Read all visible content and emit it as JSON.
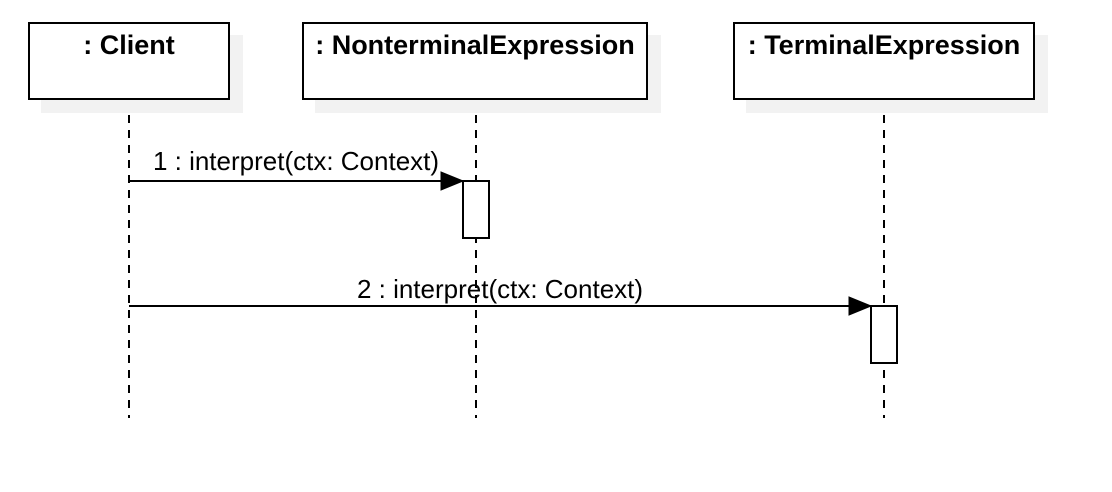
{
  "diagram": {
    "kind": "uml-sequence-diagram",
    "colors": {
      "stroke": "#000000",
      "fill": "#ffffff",
      "shadow": "#f2f2f2",
      "background": "#ffffff"
    },
    "actors": [
      {
        "id": "client",
        "label": ": Client"
      },
      {
        "id": "nonterminal-expression",
        "label": ": NonterminalExpression"
      },
      {
        "id": "terminal-expression",
        "label": ": TerminalExpression"
      }
    ],
    "messages": [
      {
        "seq": "1",
        "label": "1 : interpret(ctx: Context)",
        "from": "client",
        "to": "nonterminal-expression"
      },
      {
        "seq": "2",
        "label": "2 : interpret(ctx: Context)",
        "from": "client",
        "to": "terminal-expression"
      }
    ]
  }
}
